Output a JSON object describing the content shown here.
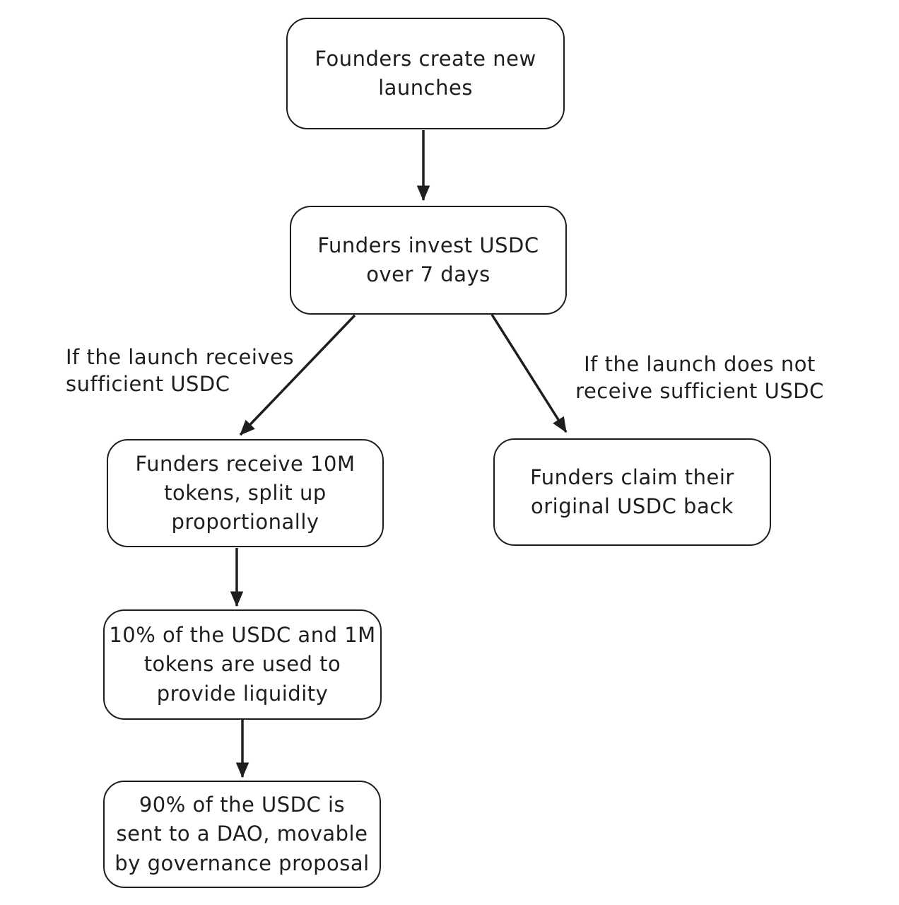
{
  "diagram": {
    "type": "flowchart",
    "background_color": "#ffffff",
    "stroke_color": "#1e1e1e",
    "nodes": {
      "founders_create": {
        "label": "Founders create new\nlaunches"
      },
      "funders_invest": {
        "label": "Funders invest USDC\nover 7 days"
      },
      "funders_receive": {
        "label": "Funders receive 10M\ntokens, split up\nproportionally"
      },
      "funders_claim": {
        "label": "Funders claim their\noriginal USDC back"
      },
      "liquidity": {
        "label": "10% of the USDC and 1M\ntokens are used to\nprovide liquidity"
      },
      "dao": {
        "label": "90% of the USDC is\nsent to a DAO, movable\nby governance proposal"
      }
    },
    "edge_labels": {
      "sufficient": "If the launch receives\nsufficient USDC",
      "insufficient": "If the launch does not\nreceive sufficient USDC"
    },
    "edges": [
      {
        "from": "founders_create",
        "to": "funders_invest"
      },
      {
        "from": "funders_invest",
        "to": "funders_receive",
        "label_key": "sufficient"
      },
      {
        "from": "funders_invest",
        "to": "funders_claim",
        "label_key": "insufficient"
      },
      {
        "from": "funders_receive",
        "to": "liquidity"
      },
      {
        "from": "liquidity",
        "to": "dao"
      }
    ]
  }
}
